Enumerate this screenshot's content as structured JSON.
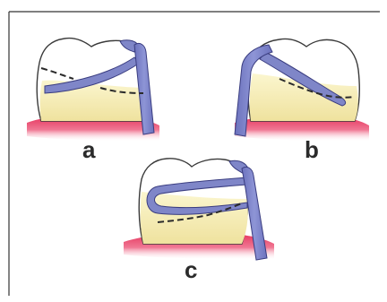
{
  "labels": {
    "a": "a",
    "b": "b",
    "c": "c"
  },
  "colors": {
    "enamel": "#ffffff",
    "dentin": "#f7efb6",
    "dentin_shadow": "#ece09a",
    "gum": "#e5305a",
    "gum_light": "#f7b7c3",
    "instrument": "#7f86c8",
    "instrument_outline": "#3a3d80",
    "outline": "#3a3a3a",
    "frame": "#333333"
  },
  "icons": {
    "panel_a": "tooth-with-matrix-band-a-icon",
    "panel_b": "tooth-with-matrix-band-b-icon",
    "panel_c": "tooth-with-wrapped-band-c-icon"
  }
}
